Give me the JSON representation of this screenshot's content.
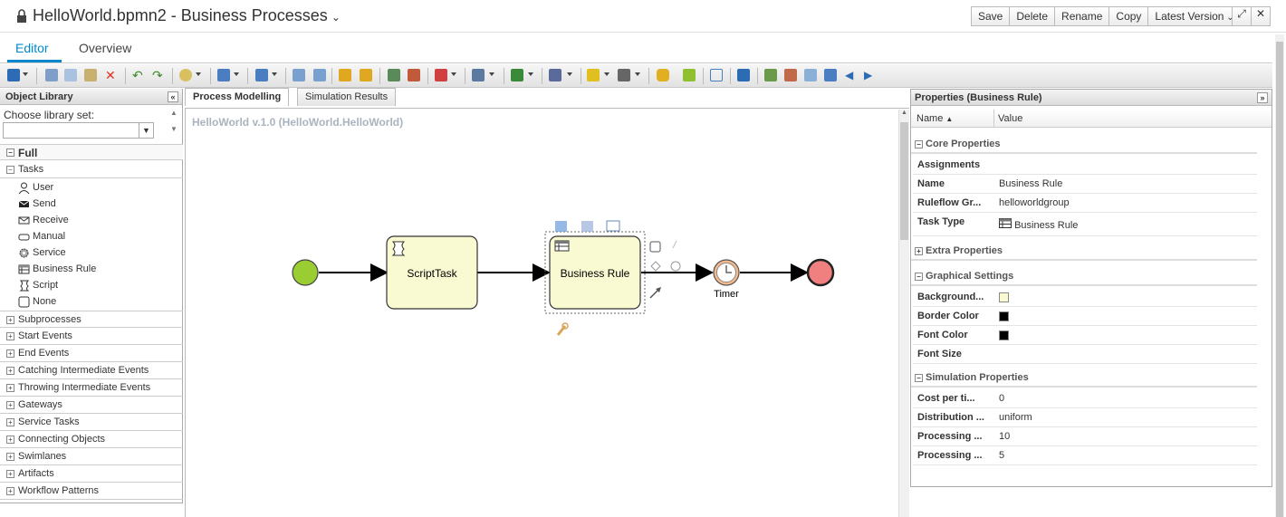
{
  "header": {
    "title": "HelloWorld.bpmn2 - Business Processes",
    "buttons": {
      "save": "Save",
      "delete": "Delete",
      "rename": "Rename",
      "copy": "Copy",
      "version": "Latest Version"
    }
  },
  "tabs": {
    "editor": "Editor",
    "overview": "Overview"
  },
  "toolbar": {
    "icons": [
      "save-icon",
      "cut-icon",
      "copy-icon",
      "paste-icon",
      "delete-icon",
      "undo-icon",
      "redo-icon",
      "history-icon",
      "shape-icon",
      "align-icon",
      "group-icon",
      "ungroup-icon",
      "lock-icon",
      "unlock-icon",
      "add-icon",
      "remove-icon",
      "color-icon",
      "layout-icon",
      "export-icon",
      "tools-icon",
      "validate-icon",
      "queue-icon",
      "data-icon",
      "edit-icon",
      "fit-icon",
      "save-svg-icon",
      "zoom-in-icon",
      "zoom-out-icon",
      "zoom-fit-icon",
      "fullscreen-icon",
      "prev-icon",
      "next-icon"
    ]
  },
  "library": {
    "header": "Object Library",
    "choose_label": "Choose library set:",
    "selected": "",
    "full": "Full",
    "tasks_group": "Tasks",
    "tasks": [
      "User",
      "Send",
      "Receive",
      "Manual",
      "Service",
      "Business Rule",
      "Script",
      "None"
    ],
    "groups": [
      "Subprocesses",
      "Start Events",
      "End Events",
      "Catching Intermediate Events",
      "Throwing Intermediate Events",
      "Gateways",
      "Service Tasks",
      "Connecting Objects",
      "Swimlanes",
      "Artifacts",
      "Workflow Patterns"
    ]
  },
  "canvas": {
    "tabs": {
      "modelling": "Process Modelling",
      "simulation": "Simulation Results"
    },
    "title": "HelloWorld v.1.0 (HelloWorld.HelloWorld)",
    "nodes": {
      "script_task": "ScriptTask",
      "business_rule": "Business Rule",
      "timer": "Timer"
    },
    "colors": {
      "task_fill": "#fafad2",
      "start_fill": "#9acd32",
      "end_fill": "#f08080",
      "timer_fill": "#f6b98b"
    }
  },
  "properties": {
    "header": "Properties (Business Rule)",
    "col_name": "Name",
    "col_value": "Value",
    "core_section": "Core Properties",
    "core": [
      {
        "name": "Assignments",
        "value": ""
      },
      {
        "name": "Name",
        "value": "Business Rule"
      },
      {
        "name": "Ruleflow Gr...",
        "value": "helloworldgroup"
      },
      {
        "name": "Task Type",
        "value": "Business Rule"
      }
    ],
    "extra_section": "Extra Properties",
    "graphical_section": "Graphical Settings",
    "graphical": [
      {
        "name": "Background...",
        "color": "#fafad2"
      },
      {
        "name": "Border Color",
        "color": "#000000"
      },
      {
        "name": "Font Color",
        "color": "#000000"
      },
      {
        "name": "Font Size",
        "value": ""
      }
    ],
    "simulation_section": "Simulation Properties",
    "simulation": [
      {
        "name": "Cost per ti...",
        "value": "0"
      },
      {
        "name": "Distribution ...",
        "value": "uniform"
      },
      {
        "name": "Processing ...",
        "value": "10"
      },
      {
        "name": "Processing ...",
        "value": "5"
      }
    ]
  }
}
